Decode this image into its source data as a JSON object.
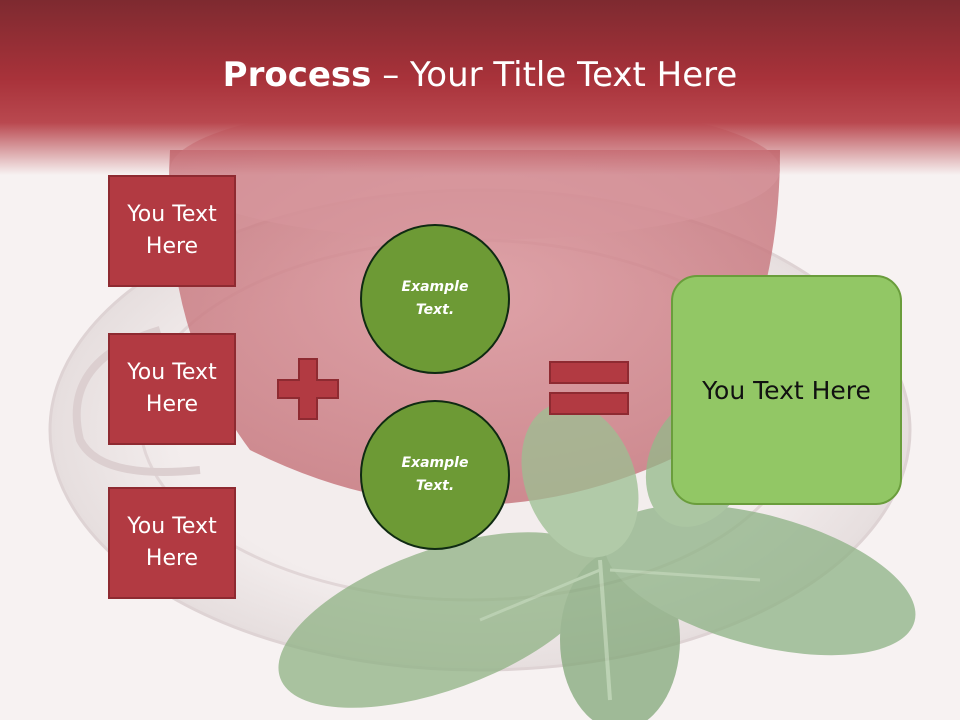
{
  "slide": {
    "title_bold": "Process",
    "title_separator": " – ",
    "title_rest": "Your Title Text Here"
  },
  "inputs": [
    {
      "label": "You Text Here"
    },
    {
      "label": "You Text Here"
    },
    {
      "label": "You Text Here"
    }
  ],
  "circles": [
    {
      "label": "Example Text."
    },
    {
      "label": "Example Text."
    }
  ],
  "result": {
    "label": "You Text Here"
  },
  "colors": {
    "title_band": "#a8323a",
    "box_fill": "#b23a42",
    "circle_fill": "#6d9a35",
    "result_fill": "#92c765"
  },
  "icons": {
    "plus": "plus-icon",
    "equals": "equals-icon"
  }
}
